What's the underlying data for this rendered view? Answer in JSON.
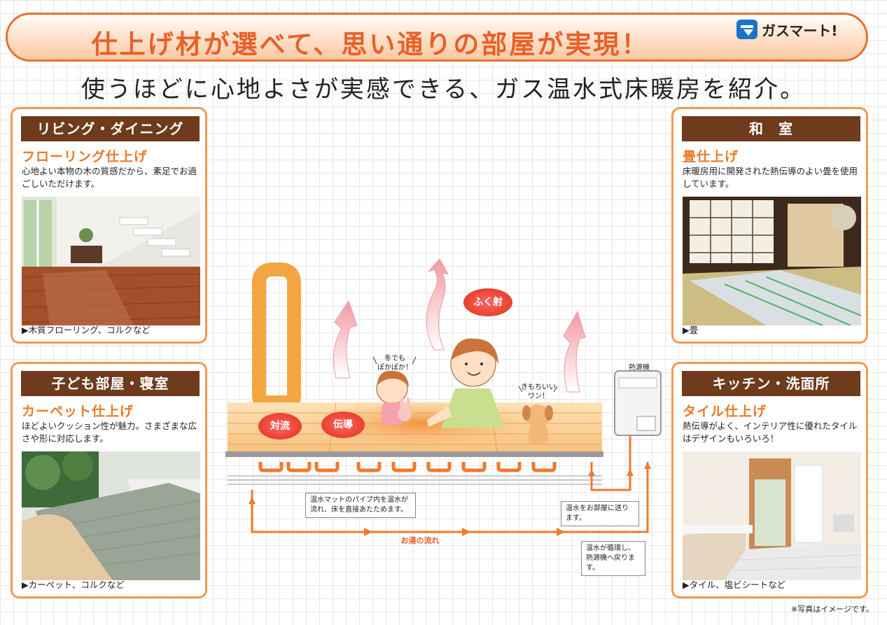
{
  "banner": {
    "title": "仕上げ材が選べて、思い通りの部屋が実現！",
    "logo": "ガスマート!"
  },
  "subtitle": "使うほどに心地よさが実感できる、ガス温水式床暖房を紹介。",
  "cards": {
    "living": {
      "heading": "リビング・ダイニング",
      "sub": "フローリング仕上げ",
      "desc": "心地よい本物の木の質感だから、素足でお過ごしいただけます。",
      "caption": "▶木質フローリング、コルクなど"
    },
    "kids": {
      "heading": "子ども部屋・寝室",
      "sub": "カーペット仕上げ",
      "desc": "ほどよいクッション性が魅力。さまざまな広さや形に対応します。",
      "caption": "▶カーペット、コルクなど"
    },
    "washitsu": {
      "heading": "和　室",
      "sub": "畳仕上げ",
      "desc": "床暖房用に開発された熱伝導のよい畳を使用しています。",
      "caption": "▶畳"
    },
    "kitchen": {
      "heading": "キッチン・洗面所",
      "sub": "タイル仕上げ",
      "desc": "熱伝導がよく、インテリア性に優れたタイルはデザインもいろいろ！",
      "caption": "▶タイル、塩ビシートなど"
    }
  },
  "diagram": {
    "convection": "対流",
    "conduction": "伝導",
    "radiation": "ふく射",
    "girl_speech": "冬でも\nぽかぽか！",
    "dog_speech": "きもちいい\nワン！",
    "heater": "熱源機",
    "callout_mat": "温水マットのパイプ内を温水が流れ、床を直接あたためます。",
    "callout_send": "温水をお部屋に送ります。",
    "callout_return": "温水が循環し、熱源機へ戻ります。",
    "flow": "お湯の流れ"
  },
  "note": "※写真はイメージです。",
  "colors": {
    "accent": "#e8722c",
    "card_head": "#6e3b1c",
    "card_border": "#f29a52",
    "sub_orange": "#ea7a27"
  }
}
